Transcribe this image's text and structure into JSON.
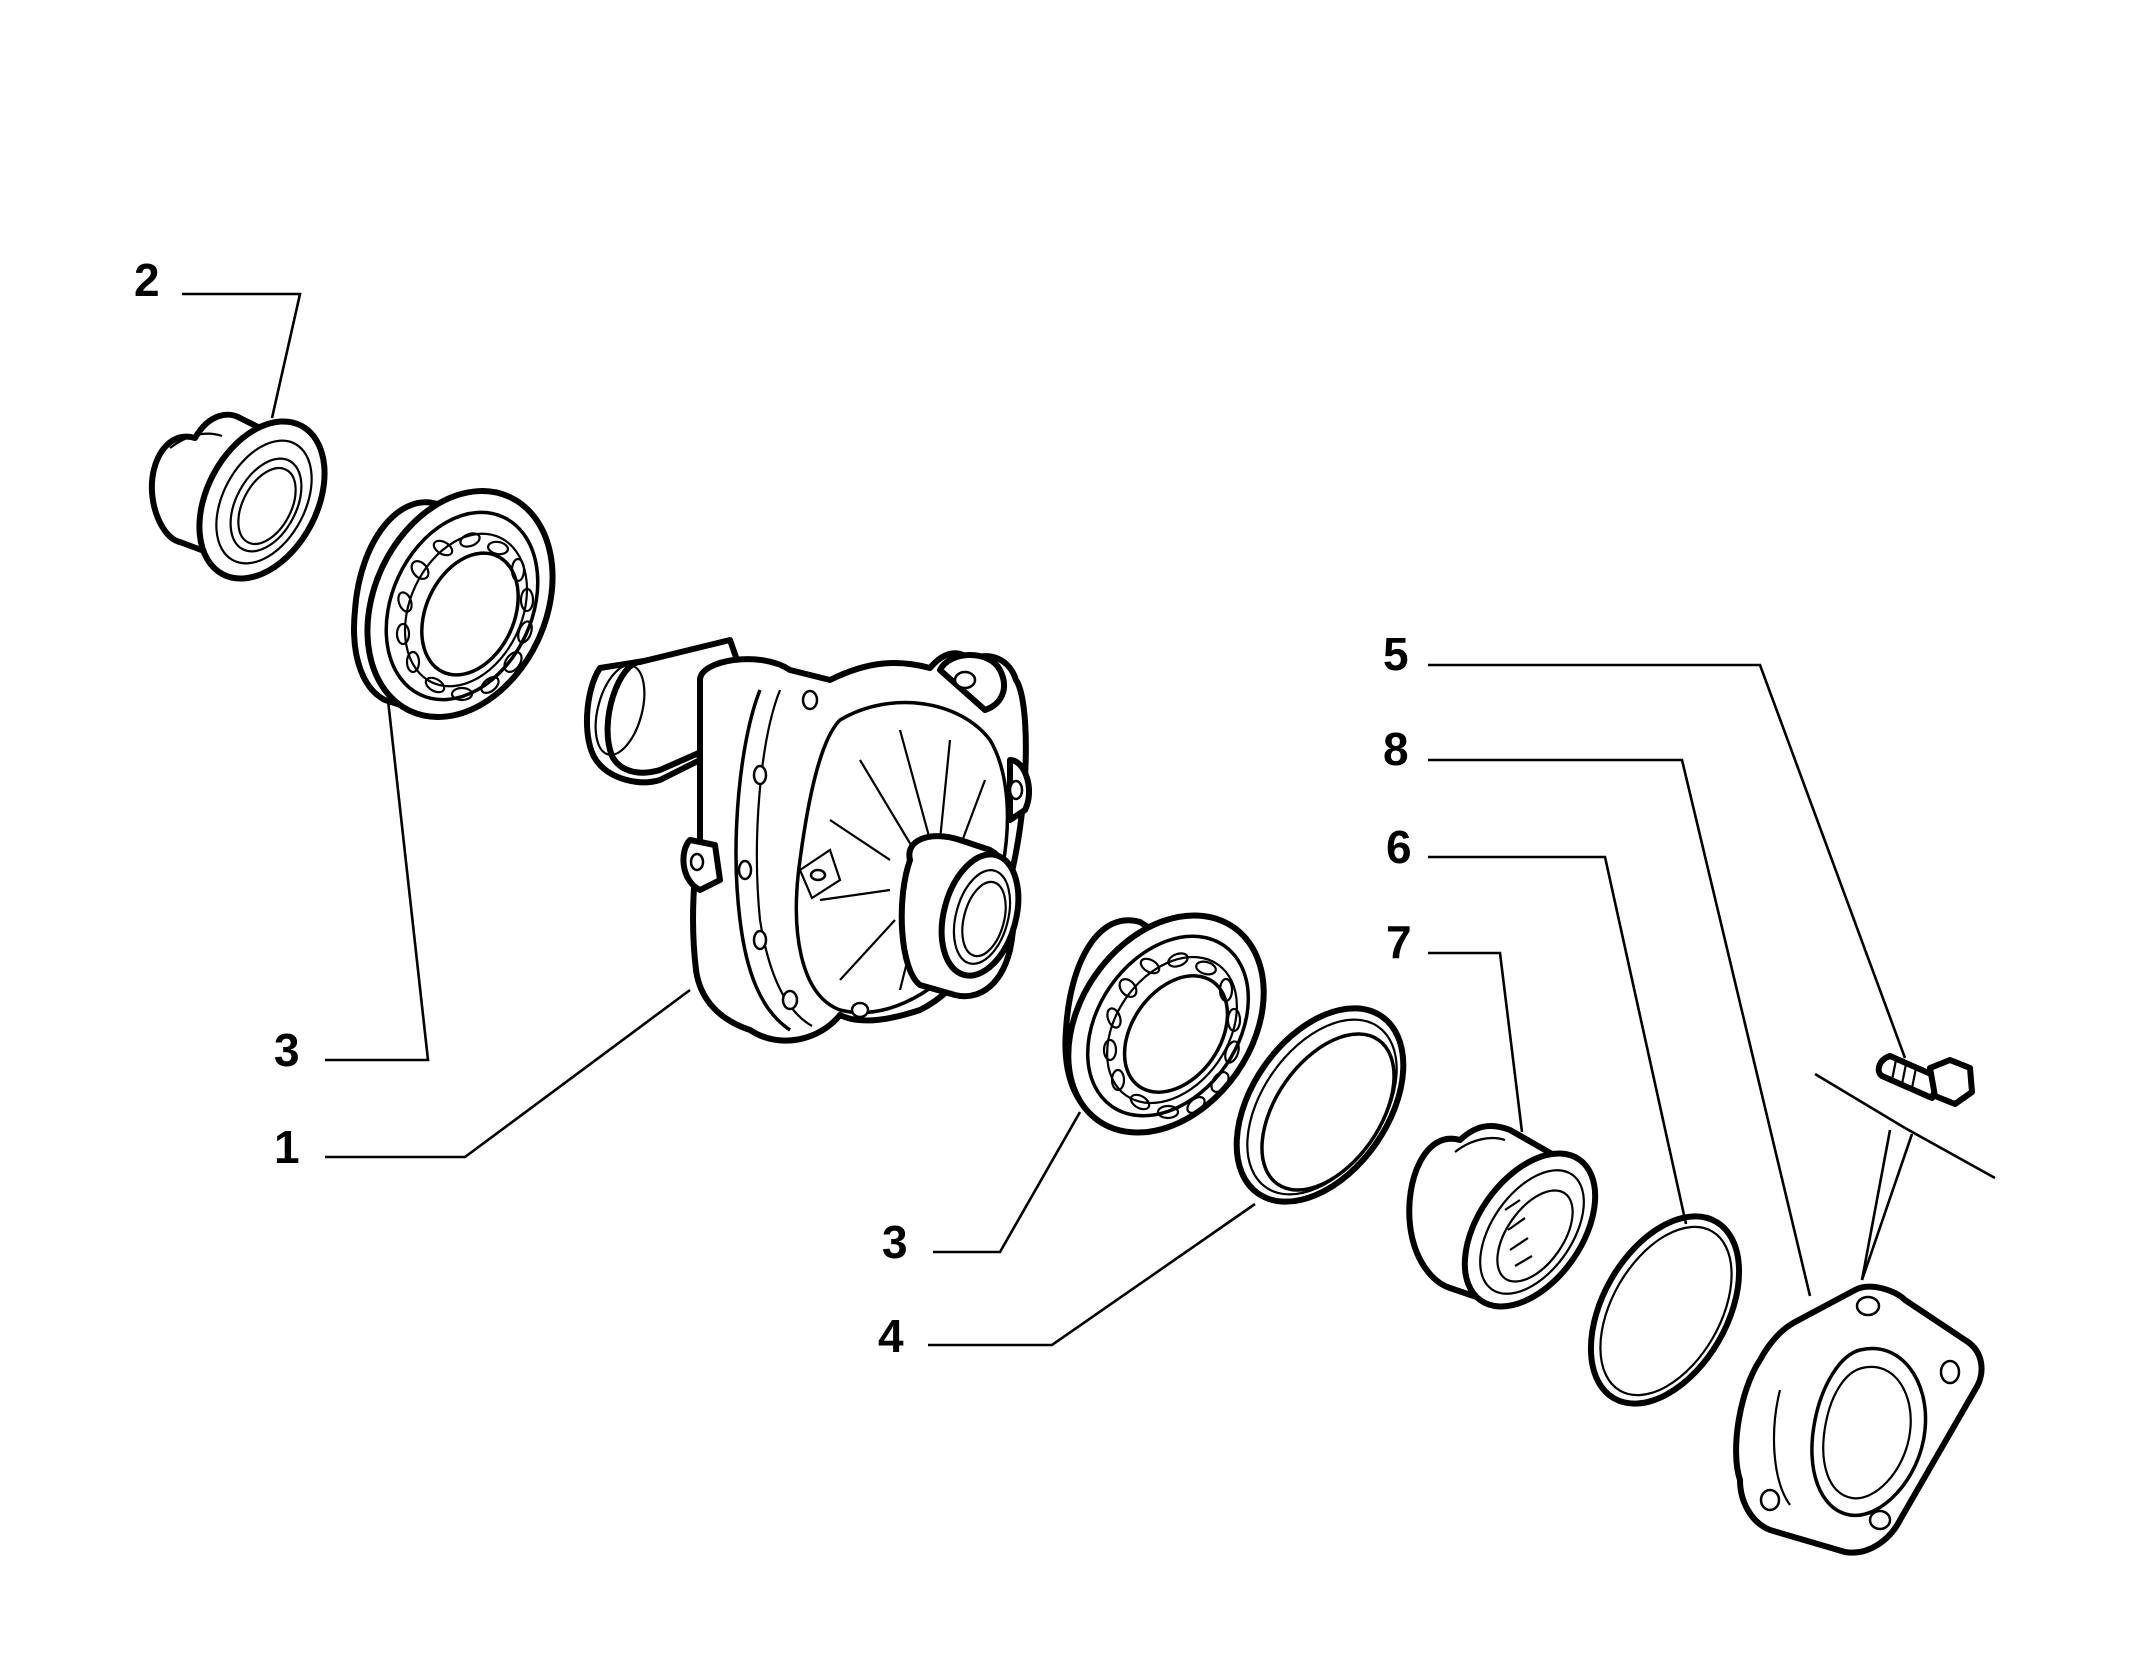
{
  "diagram": {
    "callouts": [
      {
        "id": "c2",
        "label": "2"
      },
      {
        "id": "c3a",
        "label": "3"
      },
      {
        "id": "c1",
        "label": "1"
      },
      {
        "id": "c3b",
        "label": "3"
      },
      {
        "id": "c4",
        "label": "4"
      },
      {
        "id": "c5",
        "label": "5"
      },
      {
        "id": "c8",
        "label": "8"
      },
      {
        "id": "c6",
        "label": "6"
      },
      {
        "id": "c7",
        "label": "7"
      }
    ]
  }
}
